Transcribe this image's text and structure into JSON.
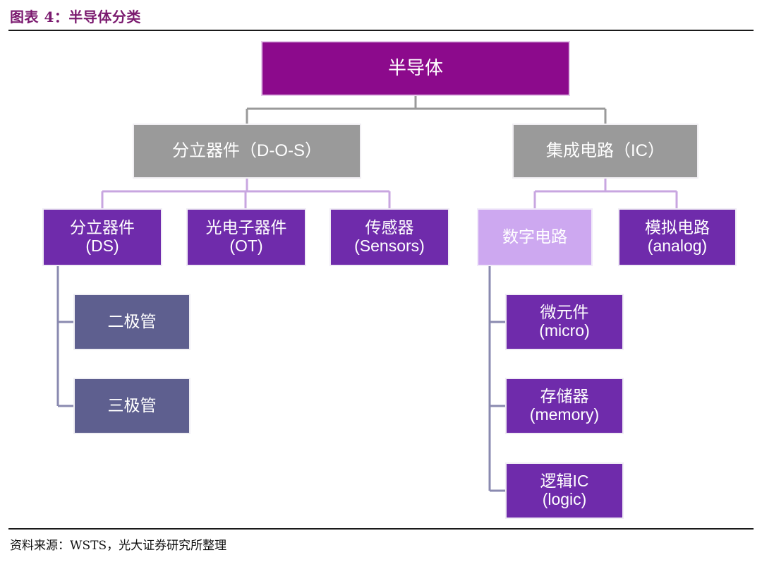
{
  "header": {
    "title": "图表 4：半导体分类",
    "title_color": "#7b1a6f"
  },
  "footer": {
    "source": "资料来源：WSTS，光大证券研究所整理"
  },
  "diagram": {
    "type": "tree",
    "palette": {
      "root": "#8c0a8c",
      "level2": "#9a9a9a",
      "level3_purple": "#6f2bab",
      "level3_lilac": "#cda8f0",
      "leaf_slate": "#5e5f8f",
      "connector_lilac": "#c8a6e0",
      "connector_slate": "#8a8ab0",
      "connector_gray": "#9a9a9a"
    },
    "nodes": {
      "root": {
        "line1": "半导体",
        "line2": ""
      },
      "dos": {
        "line1": "分立器件（D-O-S）",
        "line2": ""
      },
      "ic": {
        "line1": "集成电路（IC）",
        "line2": ""
      },
      "ds": {
        "line1": "分立器件",
        "line2": "(DS)"
      },
      "ot": {
        "line1": "光电子器件",
        "line2": "(OT)"
      },
      "sensors": {
        "line1": "传感器",
        "line2": "(Sensors)"
      },
      "digital": {
        "line1": "数字电路",
        "line2": ""
      },
      "analog": {
        "line1": "模拟电路",
        "line2": "(analog)"
      },
      "diode": {
        "line1": "二极管",
        "line2": ""
      },
      "triode": {
        "line1": "三极管",
        "line2": ""
      },
      "micro": {
        "line1": "微元件",
        "line2": "(micro)"
      },
      "memory": {
        "line1": "存储器",
        "line2": "(memory)"
      },
      "logic": {
        "line1": "逻辑IC",
        "line2": "(logic)"
      }
    }
  }
}
